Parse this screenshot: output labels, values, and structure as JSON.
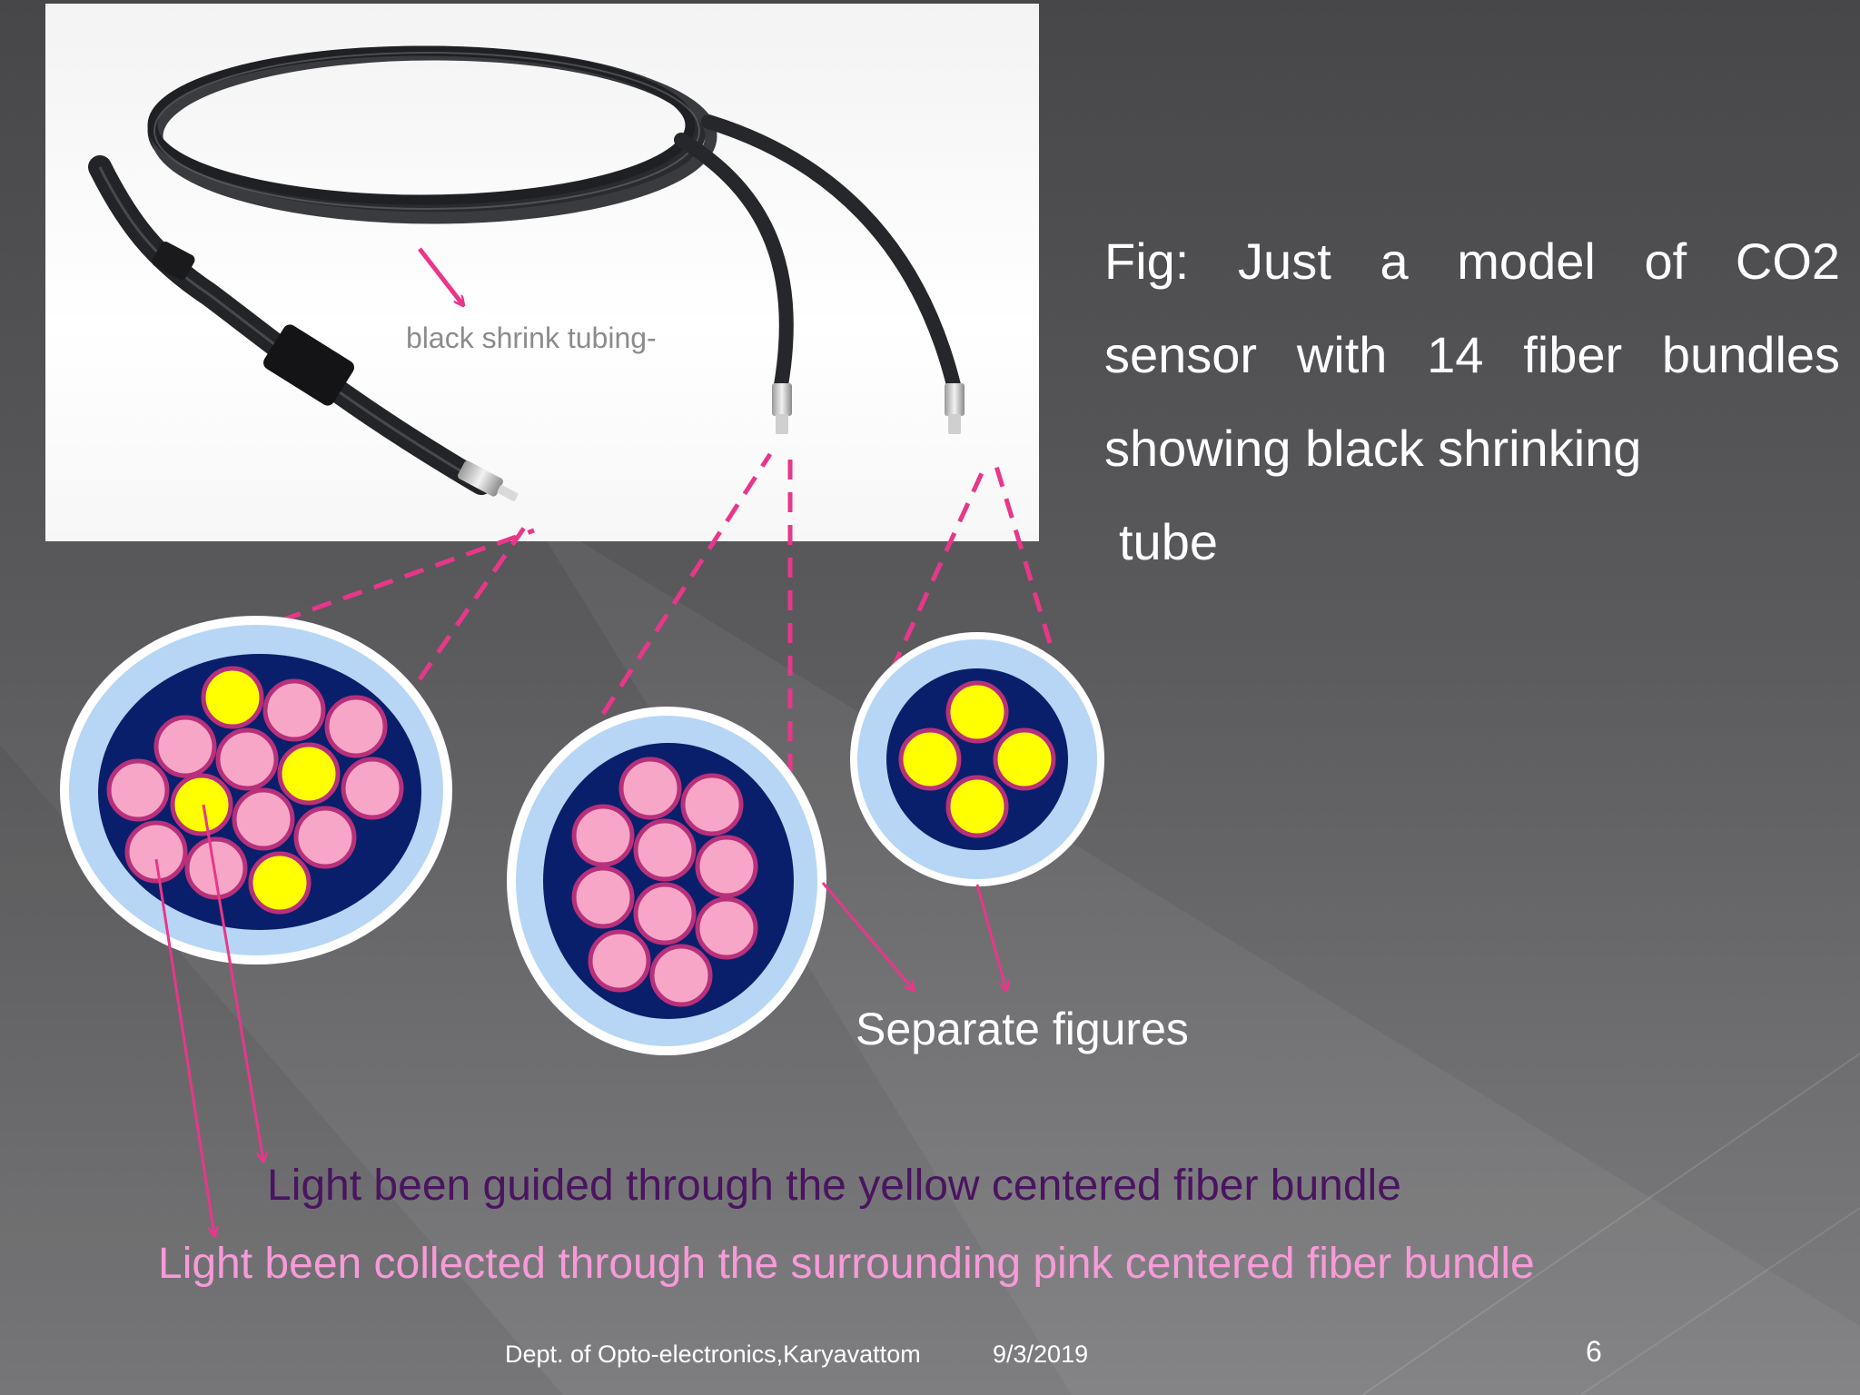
{
  "photo": {
    "label": "black shrink tubing-"
  },
  "caption": {
    "line1_words": [
      "Fig:",
      "Just",
      "a",
      "model",
      "of",
      "CO2"
    ],
    "line2_words": [
      "sensor",
      "with",
      "14",
      "fiber",
      "bundles"
    ],
    "line3": "showing black shrinking",
    "line4": "tube"
  },
  "labels": {
    "separate_figures": "Separate figures",
    "guided": "Light been guided through the yellow centered fiber bundle",
    "collected": "Light been collected through the surrounding pink centered fiber bundle"
  },
  "footer": {
    "dept": "Dept. of Opto-electronics,Karyavattom",
    "date": "9/3/2019",
    "page": "6"
  },
  "colors": {
    "pink_fiber": "#f7a6c8",
    "yellow_fiber": "#ffff00",
    "fiber_ring": "#b8307a",
    "core_navy": "#0a1f6b",
    "cladding": "#b7d6f5",
    "arrow": "#e8378a"
  },
  "bundles": [
    {
      "name": "bundle-large",
      "yellow_fibers": 4,
      "pink_fibers": 10
    },
    {
      "name": "bundle-medium",
      "yellow_fibers": 0,
      "pink_fibers": 10
    },
    {
      "name": "bundle-small",
      "yellow_fibers": 4,
      "pink_fibers": 0
    }
  ]
}
